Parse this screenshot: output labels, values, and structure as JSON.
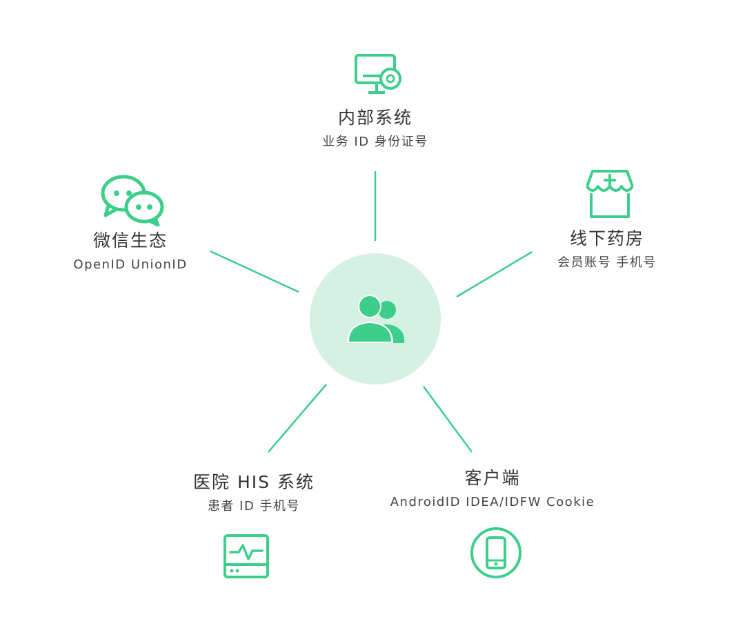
{
  "colors": {
    "accent": "#3cce8a",
    "hub_bg": "#d5f1e3"
  },
  "center": {
    "icon": "users-icon"
  },
  "nodes": {
    "internal": {
      "title": "内部系统",
      "sub": "业务 ID 身份证号",
      "icon": "monitor-gear-icon"
    },
    "wechat": {
      "title": "微信生态",
      "sub": "OpenID UnionID",
      "icon": "wechat-icon"
    },
    "pharmacy": {
      "title": "线下药房",
      "sub": "会员账号 手机号",
      "icon": "pharmacy-store-icon"
    },
    "hospital": {
      "title": "医院 HIS 系统",
      "sub": "患者 ID 手机号",
      "icon": "monitor-pulse-icon"
    },
    "client": {
      "title": "客户端",
      "sub": "AndroidID IDEA/IDFW Cookie",
      "icon": "smartphone-icon"
    }
  }
}
